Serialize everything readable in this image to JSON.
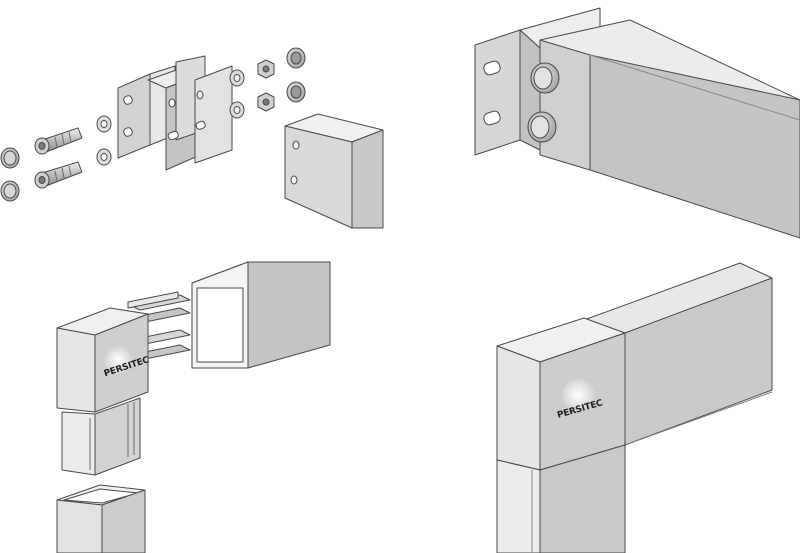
{
  "figure": {
    "panels": [
      {
        "id": "exploded-bracket-hardware"
      },
      {
        "id": "assembled-bracket-beam"
      },
      {
        "id": "exploded-corner-connector",
        "logo": "PERSITEC"
      },
      {
        "id": "assembled-corner-connector",
        "logo": "PERSITEC"
      }
    ]
  },
  "colors": {
    "outline": "#4a4a4a",
    "light": "#e6e6e6",
    "mid": "#c9c9c9",
    "dark": "#a9a9a9",
    "shade": "#8f8f8f"
  }
}
